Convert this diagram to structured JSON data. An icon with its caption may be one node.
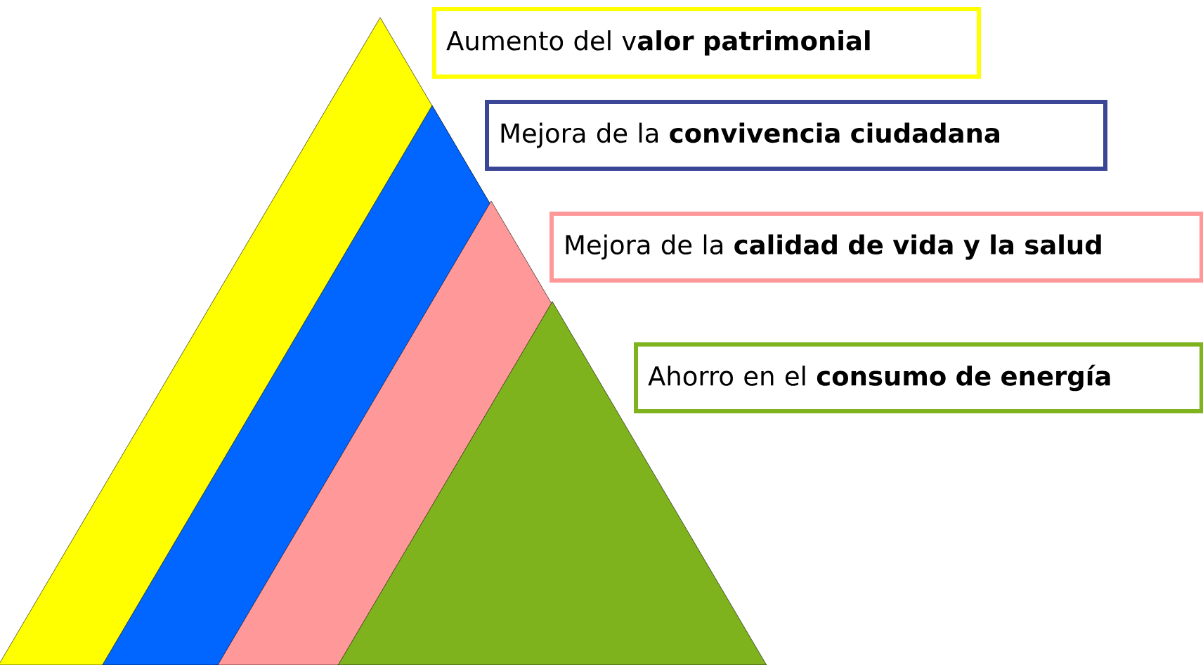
{
  "diagram": {
    "nodes": [
      {
        "text": [
          "Aumento del v**alor patrimonial**"
        ]
      },
      {
        "text": [
          "Mejora de la **convivencia ciudadana**"
        ]
      },
      {
        "text": [
          "Mejora de la **calidad de vida y la salud**"
        ]
      },
      {
        "text": [
          "Ahorro en el **consumo de energía**"
        ]
      }
    ]
  }
}
